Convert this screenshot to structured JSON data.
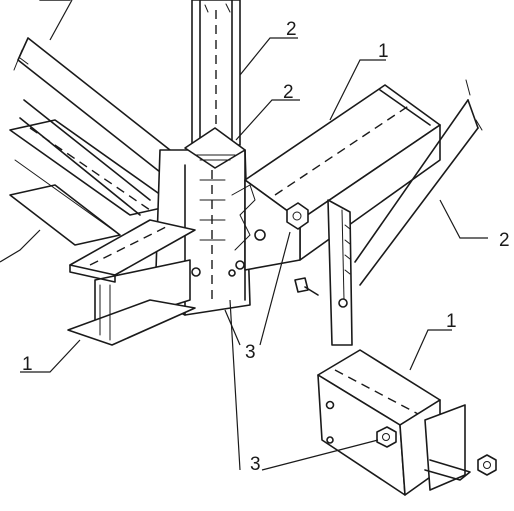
{
  "labels": {
    "upper_left_brace": "",
    "column_top": "2",
    "column_inner": "2",
    "right_beam_top": "1",
    "right_brace": "2",
    "left_brace": "",
    "lower_left_beam": "1",
    "bolts_main": "3",
    "bolts_lower": "3",
    "detail_beam": "1"
  }
}
